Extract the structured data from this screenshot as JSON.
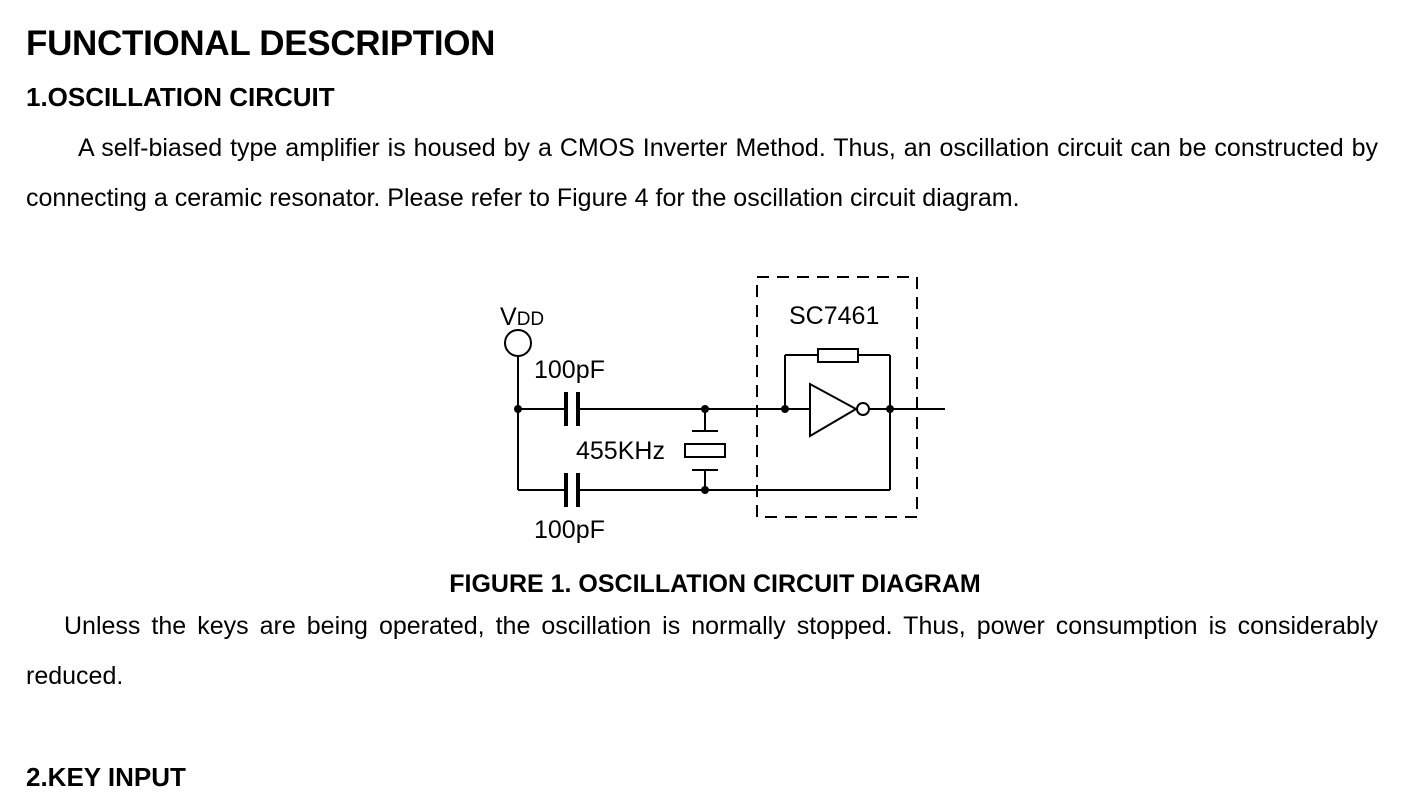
{
  "heading": "FUNCTIONAL DESCRIPTION",
  "section1": {
    "title": "1.OSCILLATION CIRCUIT",
    "paragraph": "A self-biased type amplifier is housed by a CMOS Inverter Method. Thus, an oscillation circuit can be constructed by connecting a ceramic resonator. Please refer to Figure 4 for the oscillation circuit diagram."
  },
  "figure": {
    "vdd_label_v": "V",
    "vdd_label_dd": "DD",
    "chip_label": "SC7461",
    "cap_top_label": "100pF",
    "cap_bottom_label": "100pF",
    "resonator_label": "455KHz",
    "caption": "FIGURE 1. OSCILLATION CIRCUIT DIAGRAM"
  },
  "after_figure_paragraph": "Unless the keys are being operated, the oscillation is normally stopped. Thus, power consumption is considerably reduced.",
  "next_section_title": "2.KEY INPUT"
}
